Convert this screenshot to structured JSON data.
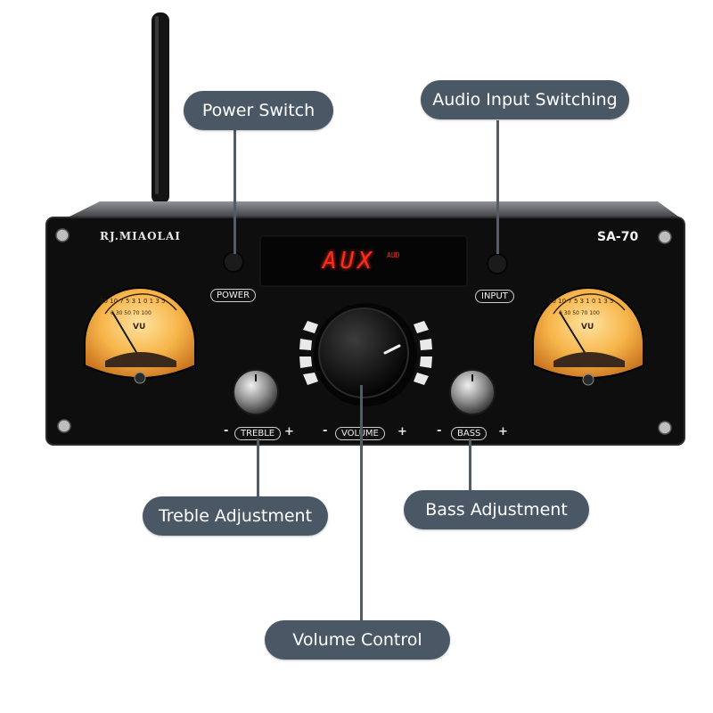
{
  "callouts": {
    "power": "Power Switch",
    "input": "Audio Input Switching",
    "treble": "Treble Adjustment",
    "bass": "Bass Adjustment",
    "volume": "Volume Control"
  },
  "device": {
    "brand": "RJ.MIAOLAI",
    "model": "SA-70",
    "display_text": "AUX",
    "display_sub": "AUD",
    "labels": {
      "power": "POWER",
      "input": "INPUT",
      "treble": "TREBLE",
      "volume": "VOLUME",
      "bass": "BASS"
    },
    "minus": "-",
    "plus": "+",
    "vu_meter": {
      "label": "VU",
      "scale_top": "20 10 7 5 3 1 0 1 3 5",
      "scale_bottom": "0 30 50 70 100"
    }
  },
  "colors": {
    "callout_bg": "#4a5866",
    "panel": "#111111",
    "display_red": "#ff2a1a",
    "vu_glow": "#f5b64a"
  }
}
